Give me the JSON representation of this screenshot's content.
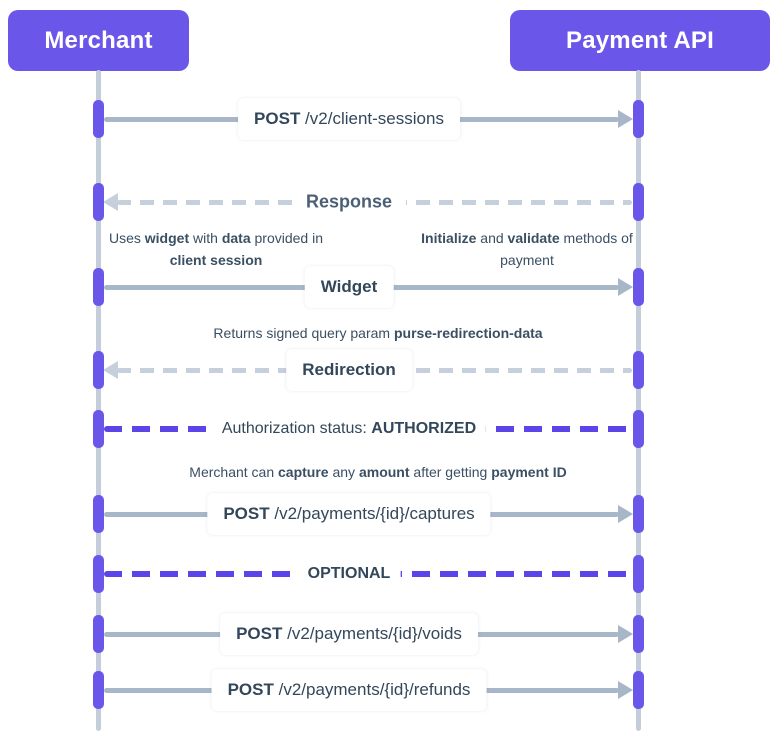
{
  "actors": {
    "left": "Merchant",
    "right": "Payment API"
  },
  "colors": {
    "actor_purple": "#6A57EA",
    "divider_purple": "#5C45E8",
    "lifeline_gray": "#C4CEDB",
    "solid_arrow": "#A8B7C7",
    "dashed_arrow": "#C6D0DC",
    "text_dark": "#33475B",
    "label_background": "#FFFFFF"
  },
  "messages": {
    "client_sessions": {
      "method": "POST",
      "path": " /v2/client-sessions"
    },
    "response": {
      "label": "Response"
    },
    "widget": {
      "label": "Widget"
    },
    "redirection": {
      "label": "Redirection"
    },
    "captures": {
      "method": "POST",
      "path": " /v2/payments/{id}/captures"
    },
    "voids": {
      "method": "POST",
      "path": " /v2/payments/{id}/voids"
    },
    "refunds": {
      "method": "POST",
      "path": " /v2/payments/{id}/refunds"
    }
  },
  "dividers": {
    "authorization": {
      "prefix": "Authorization status: ",
      "emphasis": "AUTHORIZED"
    },
    "optional": {
      "label": "OPTIONAL"
    }
  },
  "notes": {
    "merchant_widget": [
      {
        "t": "Uses "
      },
      {
        "t": "widget",
        "b": true
      },
      {
        "t": " with "
      },
      {
        "t": "data",
        "b": true
      },
      {
        "t": " provided in "
      },
      {
        "t": "client session",
        "b": true
      }
    ],
    "api_init": [
      {
        "t": "Initialize",
        "b": true
      },
      {
        "t": " and "
      },
      {
        "t": "validate",
        "b": true
      },
      {
        "t": " methods of payment"
      }
    ],
    "returns_param": [
      {
        "t": "Returns signed query param "
      },
      {
        "t": "purse-redirection-data",
        "b": true
      }
    ],
    "capture_note": [
      {
        "t": "Merchant can "
      },
      {
        "t": "capture",
        "b": true
      },
      {
        "t": " any "
      },
      {
        "t": "amount",
        "b": true
      },
      {
        "t": " after getting "
      },
      {
        "t": "payment ID",
        "b": true
      }
    ]
  }
}
